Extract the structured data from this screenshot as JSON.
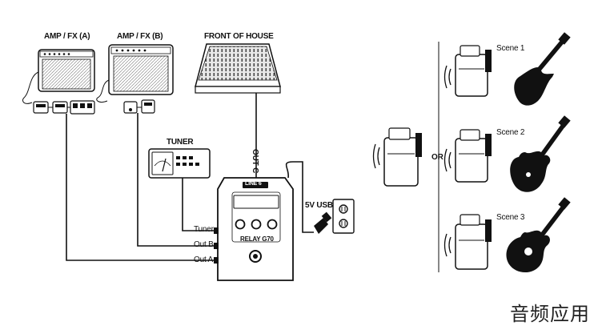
{
  "labels": {
    "amp_a": "AMP / FX (A)",
    "amp_b": "AMP / FX (B)",
    "front_of_house": "FRONT OF HOUSE",
    "tuner": "TUNER",
    "out_c": "OUT C",
    "usb": "5V USB",
    "port_tuner": "Tuner",
    "port_out_b": "Out B",
    "port_out_a": "Out A",
    "device_brand": "LINE 6",
    "device_model": "RELAY G70",
    "or": "OR",
    "scene1": "Scene 1",
    "scene2": "Scene 2",
    "scene3": "Scene 3"
  },
  "watermark": "音频应用",
  "colors": {
    "ink": "#111111",
    "line": "#1a1a1a",
    "panel": "#f4f4f4"
  }
}
